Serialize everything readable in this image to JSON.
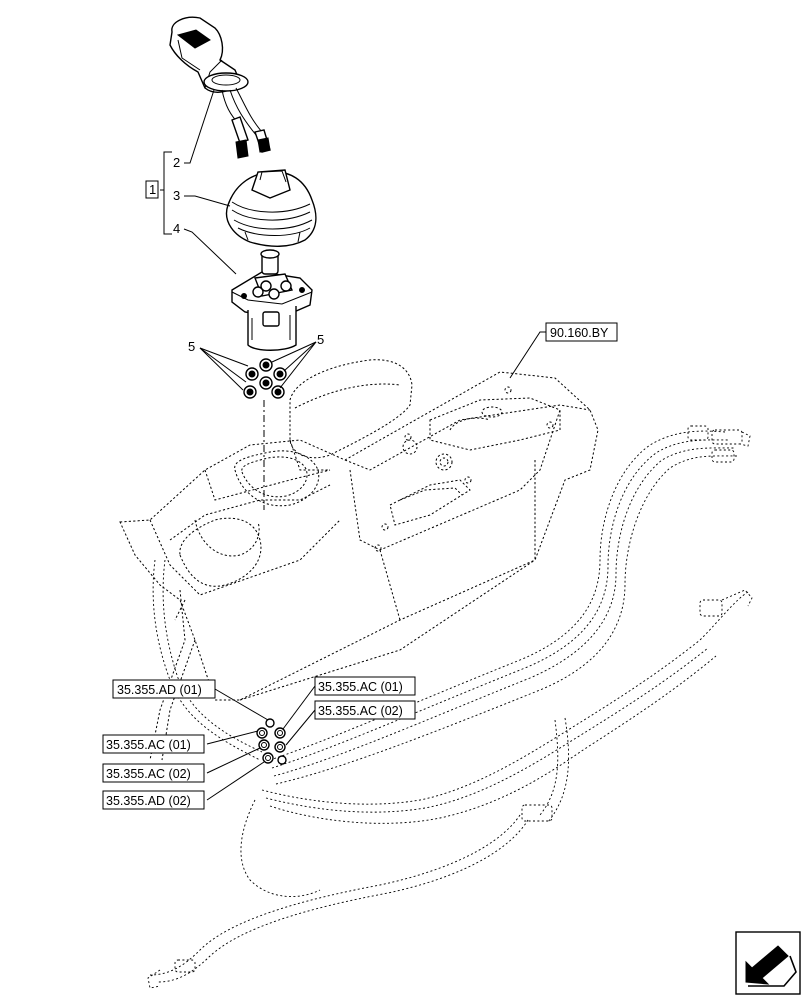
{
  "diagram": {
    "callouts": {
      "group_1": "1",
      "item_2": "2",
      "item_3": "3",
      "item_4": "4",
      "item_5_left": "5",
      "item_5_right": "5"
    },
    "references": {
      "console_ref": "90.160.BY",
      "ref_ad_01": "35.355.AD (01)",
      "ref_ac_01_top": "35.355.AC (01)",
      "ref_ac_02_top": "35.355.AC (02)",
      "ref_ac_01_left": "35.355.AC (01)",
      "ref_ac_02_left": "35.355.AC (02)",
      "ref_ad_02": "35.355.AD (02)"
    },
    "nav_icon": "next-page-arrow-icon"
  }
}
